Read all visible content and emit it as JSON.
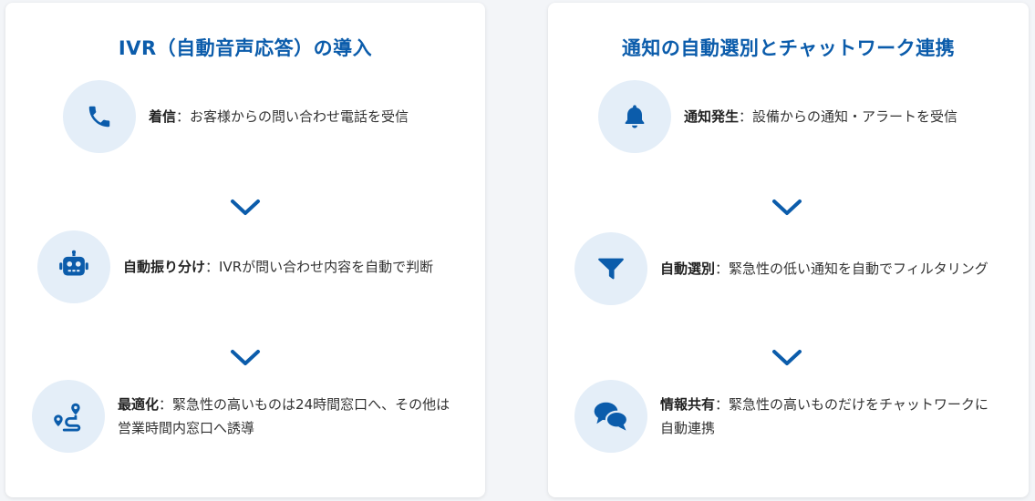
{
  "left_card": {
    "title": "IVR（自動音声応答）の導入",
    "steps": [
      {
        "icon": "phone-icon",
        "label": "着信",
        "sep": "：",
        "desc": "お客様からの問い合わせ電話を受信"
      },
      {
        "icon": "robot-icon",
        "label": "自動振り分け",
        "sep": "：",
        "desc": "IVRが問い合わせ内容を自動で判断"
      },
      {
        "icon": "route-icon",
        "label": "最適化",
        "sep": "：",
        "desc": "緊急性の高いものは24時間窓口へ、その他は営業時間内窓口へ誘導"
      }
    ]
  },
  "right_card": {
    "title": "通知の自動選別とチャットワーク連携",
    "steps": [
      {
        "icon": "bell-icon",
        "label": "通知発生",
        "sep": "：",
        "desc": "設備からの通知・アラートを受信"
      },
      {
        "icon": "filter-icon",
        "label": "自動選別",
        "sep": "：",
        "desc": "緊急性の低い通知を自動でフィルタリング"
      },
      {
        "icon": "chat-icon",
        "label": "情報共有",
        "sep": "：",
        "desc": "緊急性の高いものだけをチャットワークに自動連携"
      }
    ]
  },
  "colors": {
    "accent": "#0b5cab",
    "icon_bg": "#e4eef8",
    "text": "#333333"
  }
}
